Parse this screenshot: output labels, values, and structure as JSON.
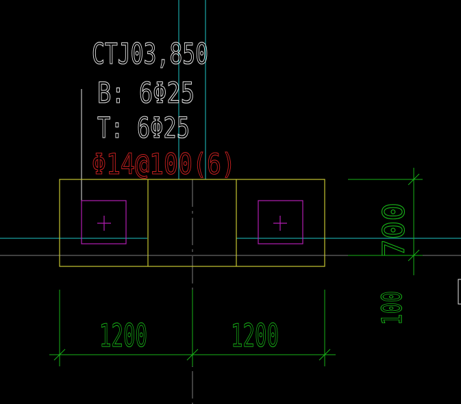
{
  "colors": {
    "background": "#000000",
    "cyan": "#20c8c8",
    "white": "#e8e8e8",
    "red": "#c82020",
    "yellow": "#c8c832",
    "magenta": "#b41eb4",
    "green": "#18b418",
    "gray": "#808080"
  },
  "beam_label": {
    "name": "CTJ03,850",
    "bottom_rebar": "B: 6Φ25",
    "top_rebar": "T: 6Φ25",
    "stirrup": "Φ14@100(6)"
  },
  "dimensions": {
    "width_left": "1200",
    "width_right": "1200",
    "height": "700",
    "offset": "100"
  }
}
